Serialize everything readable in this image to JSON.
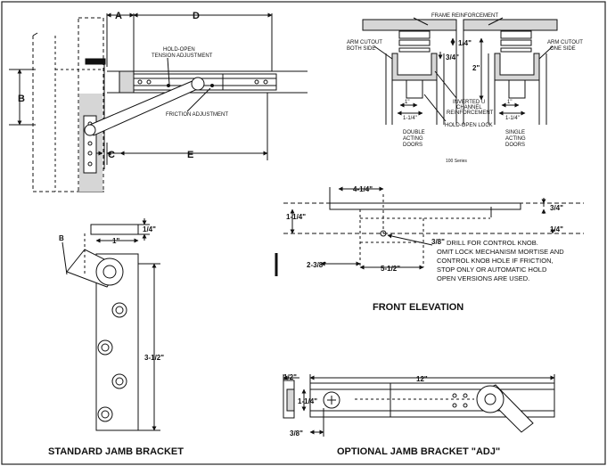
{
  "top_left": {
    "dim_a": "A",
    "dim_d": "D",
    "dim_b": "B",
    "dim_c": "C",
    "dim_e": "E",
    "hold_open_1": "HOLD-OPEN",
    "hold_open_2": "TENSION ADJUSTMENT",
    "friction": "FRICTION  ADJUSTMENT"
  },
  "top_right": {
    "frame_reinforcement": "FRAME REINFORCEMENT",
    "arm_cutout_both_1": "ARM CUTOUT",
    "arm_cutout_both_2": "BOTH SIDE",
    "arm_cutout_one_1": "ARM CUTOUT",
    "arm_cutout_one_2": "ONE SIDE",
    "dim_quarter": "1/4\"",
    "dim_three_quarter": "3/4\"",
    "dim_two": "2\"",
    "inverted_1": "INVERTED U",
    "inverted_2": "CHANNEL",
    "inverted_3": "REINFORCEMENT",
    "hold_open_lock": "HOLD-OPEN LOCK",
    "dim_one_left": "1\"",
    "dim_one_quarter_left": "1-1/4\"",
    "dim_one_right": "1\"",
    "dim_one_quarter_right": "1-1/4\"",
    "double_1": "DOUBLE",
    "double_2": "ACTING",
    "double_3": "DOORS",
    "single_1": "SINGLE",
    "single_2": "ACTING",
    "single_3": "DOORS",
    "series": "100 Series"
  },
  "front_elevation": {
    "dim_4_quarter": "4-1/4\"",
    "dim_three_quarter": "3/4\"",
    "dim_1_quarter": "1-1/4\"",
    "dim_quarter": "1/4\"",
    "dim_three_eighths": "3/8\"",
    "drill_note_1": "DRILL FOR CONTROL KNOB.",
    "drill_note_2": "OMIT LOCK MECHANISM MORTISE AND",
    "drill_note_3": "CONTROL KNOB HOLE IF FRICTION,",
    "drill_note_4": "STOP ONLY OR AUTOMATIC HOLD",
    "drill_note_5": "OPEN VERSIONS ARE USED.",
    "dim_2_3_8": "2-3/8\"",
    "dim_5_half": "5-1/2\"",
    "title": "FRONT ELEVATION"
  },
  "standard_bracket": {
    "dim_b": "B",
    "dim_quarter": "1/4\"",
    "dim_one": "1\"",
    "dim_3_half": "3-1/2\"",
    "title": "STANDARD JAMB BRACKET"
  },
  "optional_bracket": {
    "dim_twelve": "12\"",
    "dim_half": "1/2\"",
    "dim_1_quarter": "1-1/4\"",
    "dim_three_eighths": "3/8\"",
    "title": "OPTIONAL JAMB BRACKET \"ADJ\""
  }
}
